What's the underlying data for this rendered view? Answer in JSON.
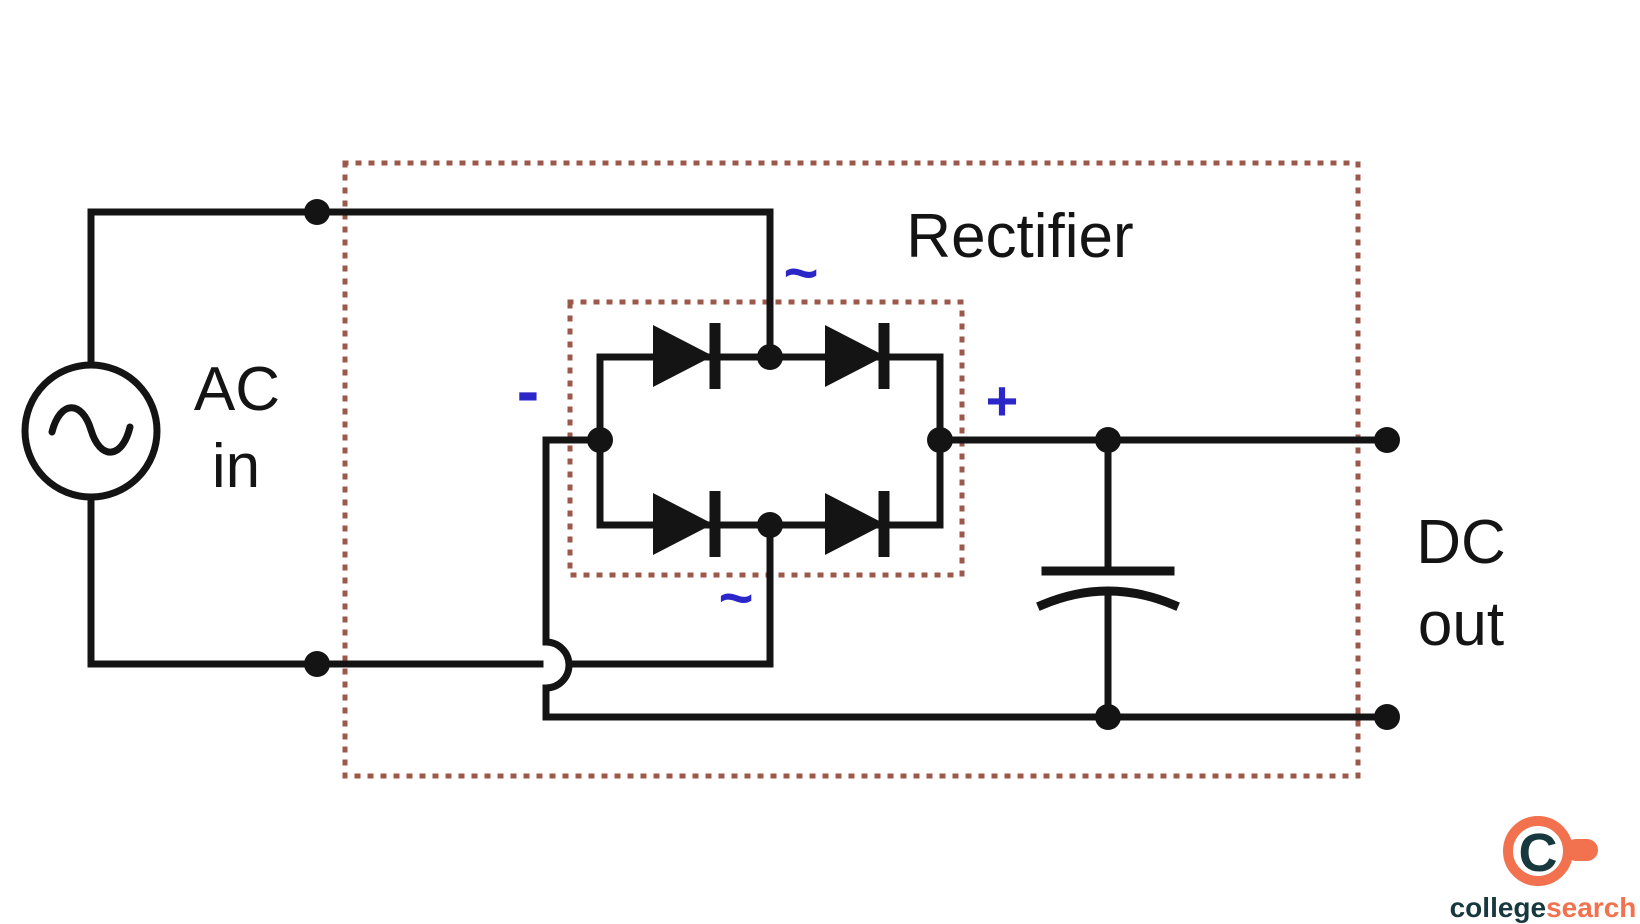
{
  "diagram": {
    "title": "Rectifier",
    "source_label": {
      "line1": "AC",
      "line2": "in"
    },
    "output_label": {
      "line1": "DC",
      "line2": "out"
    },
    "node_labels": {
      "ac_top": "~",
      "ac_bottom": "~",
      "positive": "+",
      "negative": "-"
    }
  },
  "logo": {
    "monogram": "C",
    "brand_primary": "college",
    "brand_accent": "search"
  },
  "colors": {
    "background": "#ffffff",
    "wire": "#141414",
    "dotted_border": "#9c584a",
    "annotation": "#2b26c8",
    "logo_orange": "#f2714e",
    "logo_teal": "#17393d"
  }
}
